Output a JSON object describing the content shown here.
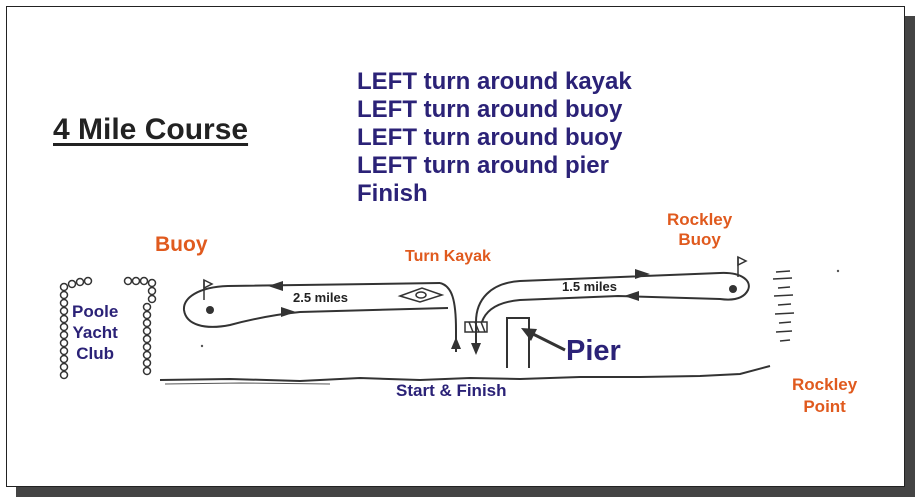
{
  "title": "4 Mile Course",
  "instructions": [
    "LEFT turn around kayak",
    "LEFT turn around buoy",
    "LEFT turn around buoy",
    "LEFT turn around pier",
    "Finish"
  ],
  "labels": {
    "buoy": "Buoy",
    "turn_kayak": "Turn Kayak",
    "rockley_buoy": "Rockley\nBuoy",
    "yacht_club": "Poole\nYacht\nClub",
    "distance_left": "2.5 miles",
    "distance_right": "1.5 miles",
    "pier": "Pier",
    "start_finish": "Start & Finish",
    "rockley_point": "Rockley\nPoint"
  },
  "colors": {
    "instruction_text": "#2b2277",
    "place_label": "#e05a1e",
    "title": "#222222"
  }
}
